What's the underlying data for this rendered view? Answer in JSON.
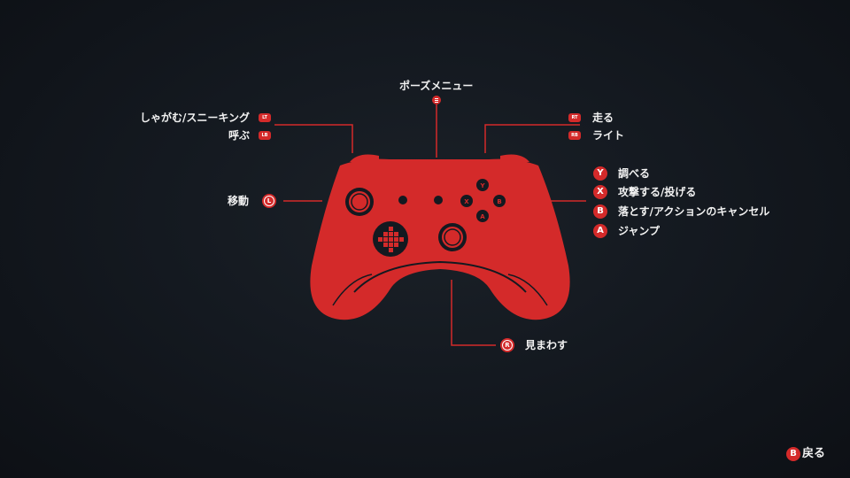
{
  "controls": {
    "pause_menu": "ポーズメニュー",
    "crouch_sneak": "しゃがむ/スニーキング",
    "call": "呼ぶ",
    "run": "走る",
    "light": "ライト",
    "move": "移動",
    "inspect": "調べる",
    "attack_throw": "攻撃する/投げる",
    "drop_cancel": "落とす/アクションのキャンセル",
    "jump": "ジャンプ",
    "look_around": "見まわす"
  },
  "badges": {
    "lt": "LT",
    "lb": "LB",
    "rt": "RT",
    "rb": "RB",
    "y": "Y",
    "x": "X",
    "b": "B",
    "a": "A",
    "l": "L",
    "r": "R"
  },
  "footer": {
    "back_key": "B",
    "back_label": "戻る"
  },
  "colors": {
    "accent": "#d42a2a",
    "background": "#141920",
    "text": "#f2f2f2"
  }
}
